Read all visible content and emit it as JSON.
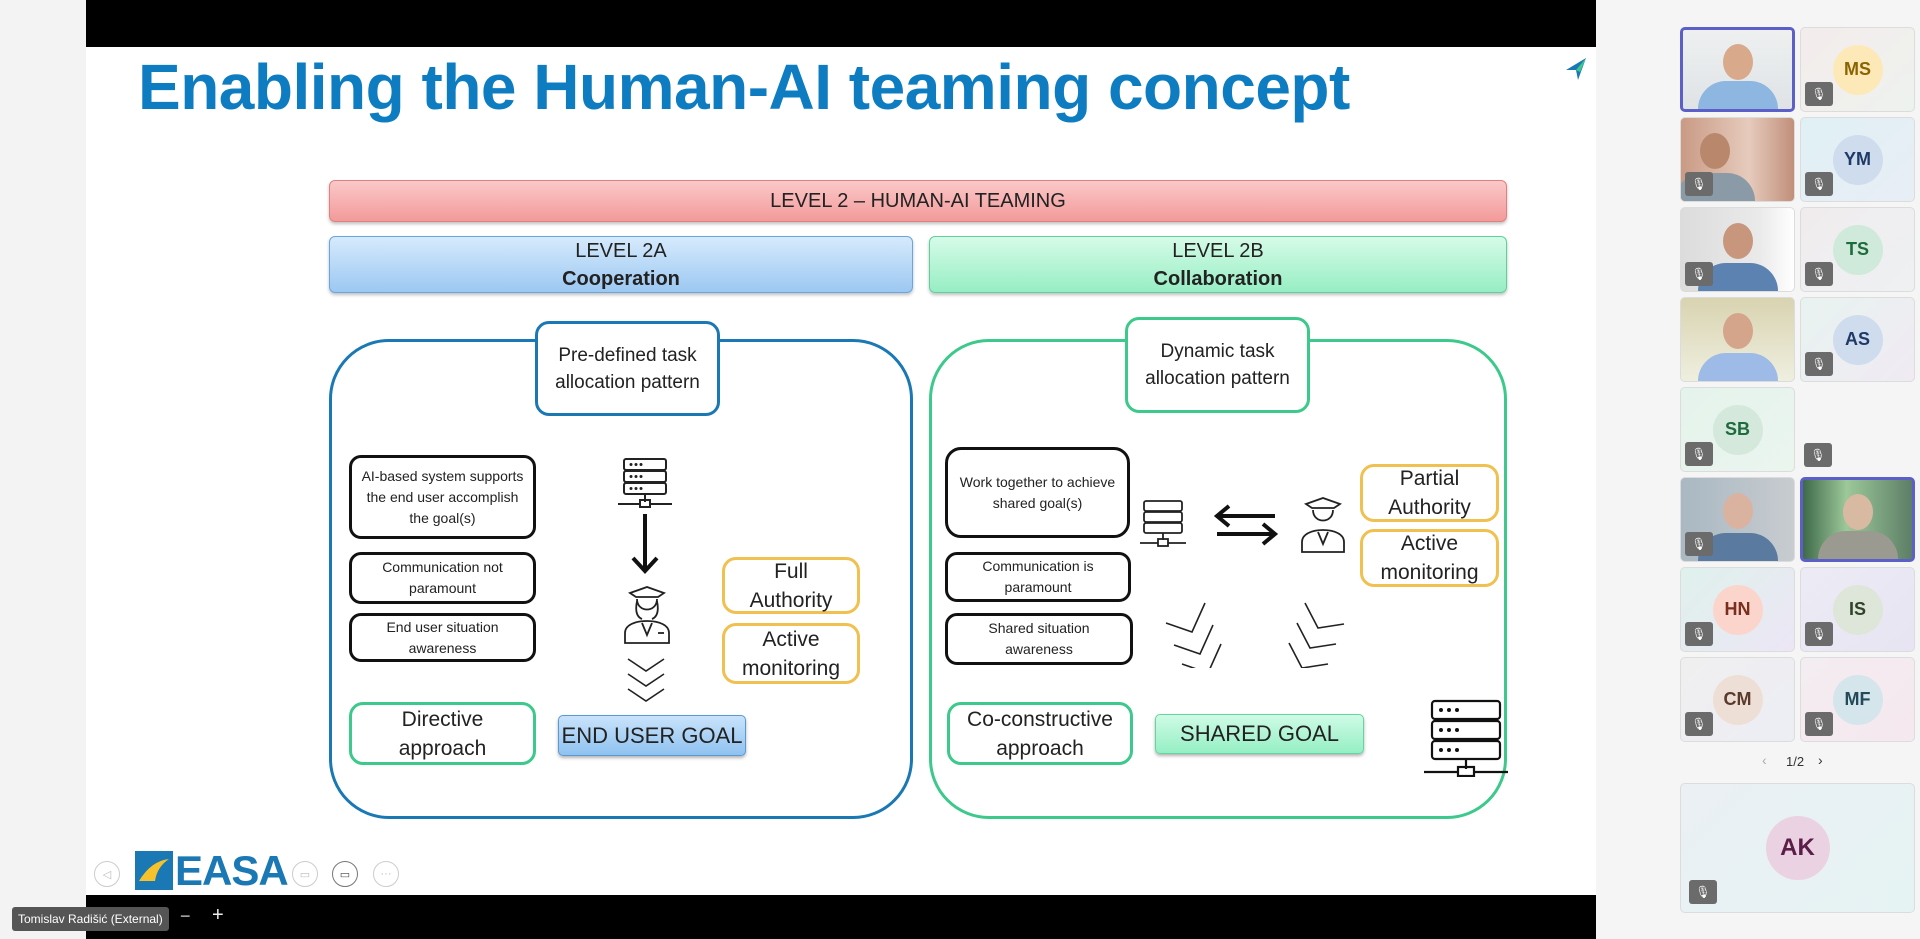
{
  "slide": {
    "title": "Enabling the Human-AI teaming concept",
    "level2": "LEVEL 2 – HUMAN-AI TEAMING",
    "level2a": {
      "level": "LEVEL 2A",
      "name": "Cooperation",
      "pattern": "Pre-defined task allocation pattern",
      "items": [
        "AI-based system supports the end user accomplish the goal(s)",
        "Communication not paramount",
        "End user situation awareness"
      ],
      "approach": "Directive approach",
      "goal": "END USER GOAL",
      "auth": [
        "Full Authority",
        "Active monitoring"
      ]
    },
    "level2b": {
      "level": "LEVEL 2B",
      "name": "Collaboration",
      "pattern": "Dynamic task allocation pattern",
      "items": [
        "Work together to achieve shared goal(s)",
        "Communication is paramount",
        "Shared situation awareness"
      ],
      "approach": "Co-constructive approach",
      "goal": "SHARED GOAL",
      "auth": [
        "Partial Authority",
        "Active monitoring"
      ]
    },
    "logo": "EASA"
  },
  "colors": {
    "title": "#0e7cc0",
    "red_bar": "#f7a9a9",
    "blue": "#a9d0f5",
    "green": "#a6f0cc",
    "frame_blue": "#1a78b4",
    "frame_green": "#3cc98b",
    "orange": "#f0c050",
    "active_tile": "#5b5fc7"
  },
  "speaker_tag": "Tomislav Radišić (External)",
  "zoom_out": "−",
  "zoom_in": "+",
  "participants": [
    {
      "initials": "MS",
      "bg": "#fde9b8",
      "fg": "#8a6400"
    },
    {
      "initials": "YM",
      "bg": "#cfdcee",
      "fg": "#1f3a66"
    },
    {
      "initials": "TS",
      "bg": "#cfeadb",
      "fg": "#1e6b3c"
    },
    {
      "initials": "AS",
      "bg": "#cfdcee",
      "fg": "#1f3a66"
    },
    {
      "initials": "SB",
      "bg": "#d4e8dc",
      "fg": "#1e6b3c"
    },
    {
      "initials": "HN",
      "bg": "#fbd5cc",
      "fg": "#7a2e1e"
    },
    {
      "initials": "IS",
      "bg": "#dde6d8",
      "fg": "#33432a"
    },
    {
      "initials": "CM",
      "bg": "#eedfd6",
      "fg": "#5a3a2a"
    },
    {
      "initials": "MF",
      "bg": "#d5e5ec",
      "fg": "#244a5a"
    },
    {
      "initials": "AK",
      "bg": "#ebd2e2",
      "fg": "#5a1e48"
    }
  ],
  "pagination": "1/2"
}
